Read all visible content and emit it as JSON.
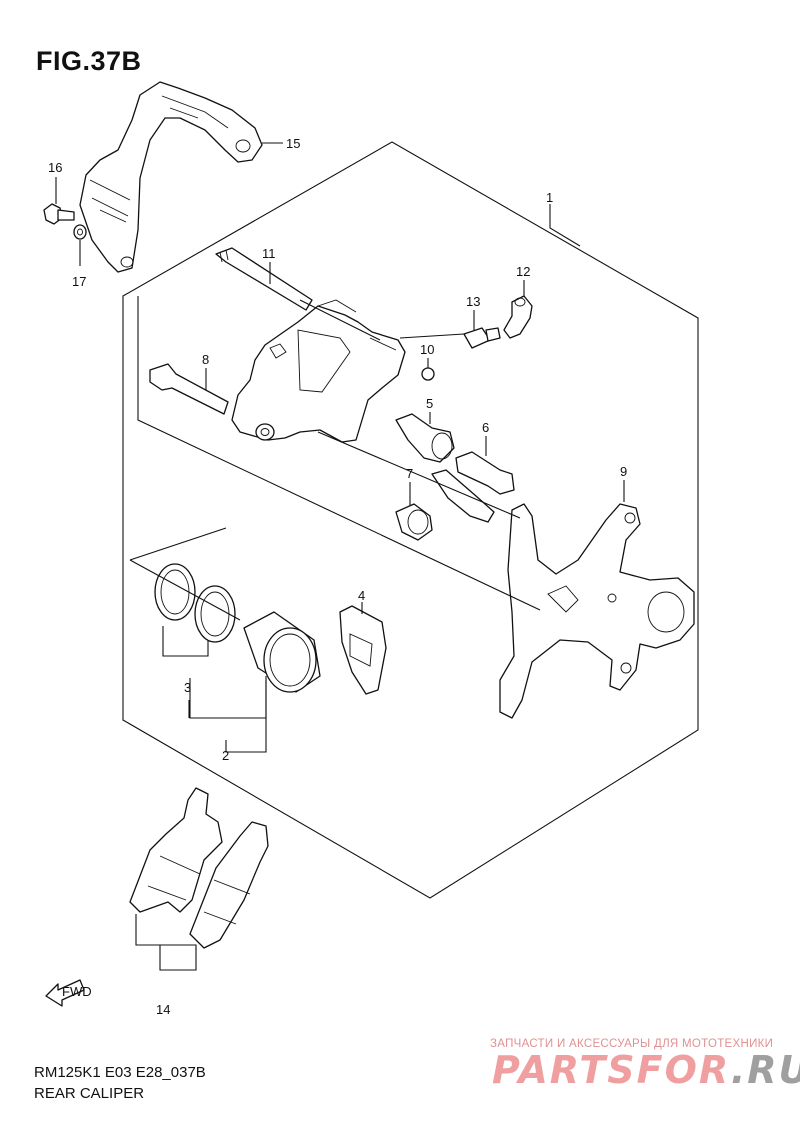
{
  "figure": {
    "title": "FIG.37B",
    "model_code": "RM125K1 E03 E28_037B",
    "name": "REAR CALIPER"
  },
  "fwd_label": "FWD",
  "callouts": [
    {
      "id": "1",
      "label": "1"
    },
    {
      "id": "2",
      "label": "2"
    },
    {
      "id": "3",
      "label": "3"
    },
    {
      "id": "4",
      "label": "4"
    },
    {
      "id": "5",
      "label": "5"
    },
    {
      "id": "6",
      "label": "6"
    },
    {
      "id": "7",
      "label": "7"
    },
    {
      "id": "8",
      "label": "8"
    },
    {
      "id": "9",
      "label": "9"
    },
    {
      "id": "10",
      "label": "10"
    },
    {
      "id": "11",
      "label": "11"
    },
    {
      "id": "12",
      "label": "12"
    },
    {
      "id": "13",
      "label": "13"
    },
    {
      "id": "14",
      "label": "14"
    },
    {
      "id": "15",
      "label": "15"
    },
    {
      "id": "16",
      "label": "16"
    },
    {
      "id": "17",
      "label": "17"
    }
  ],
  "watermark": {
    "tagline": "ЗАПЧАСТИ И АКСЕССУАРЫ ДЛЯ МОТОТЕХНИКИ",
    "logo_main": "PARTSFOR",
    "logo_tld": ".RU"
  }
}
